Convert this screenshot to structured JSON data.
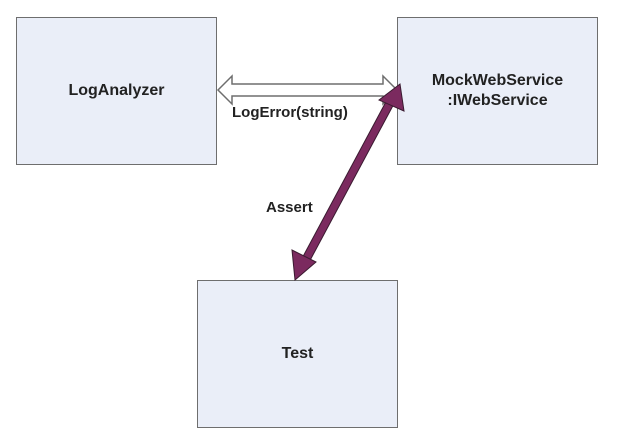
{
  "boxes": {
    "log_analyzer": {
      "line1": "LogAnalyzer"
    },
    "mock_web_service": {
      "line1": "MockWebService",
      "line2": ":IWebService"
    },
    "test": {
      "line1": "Test"
    }
  },
  "arrows": {
    "log_error": {
      "label": "LogError(string)",
      "color": "#ffffff",
      "stroke": "#6e6e6e"
    },
    "assert": {
      "label": "Assert",
      "color": "#7b2a5f",
      "stroke": "#3a1a30"
    }
  },
  "colors": {
    "box_fill": "#eaeef8",
    "box_border": "#6e6e6e",
    "background": "#ffffff"
  }
}
